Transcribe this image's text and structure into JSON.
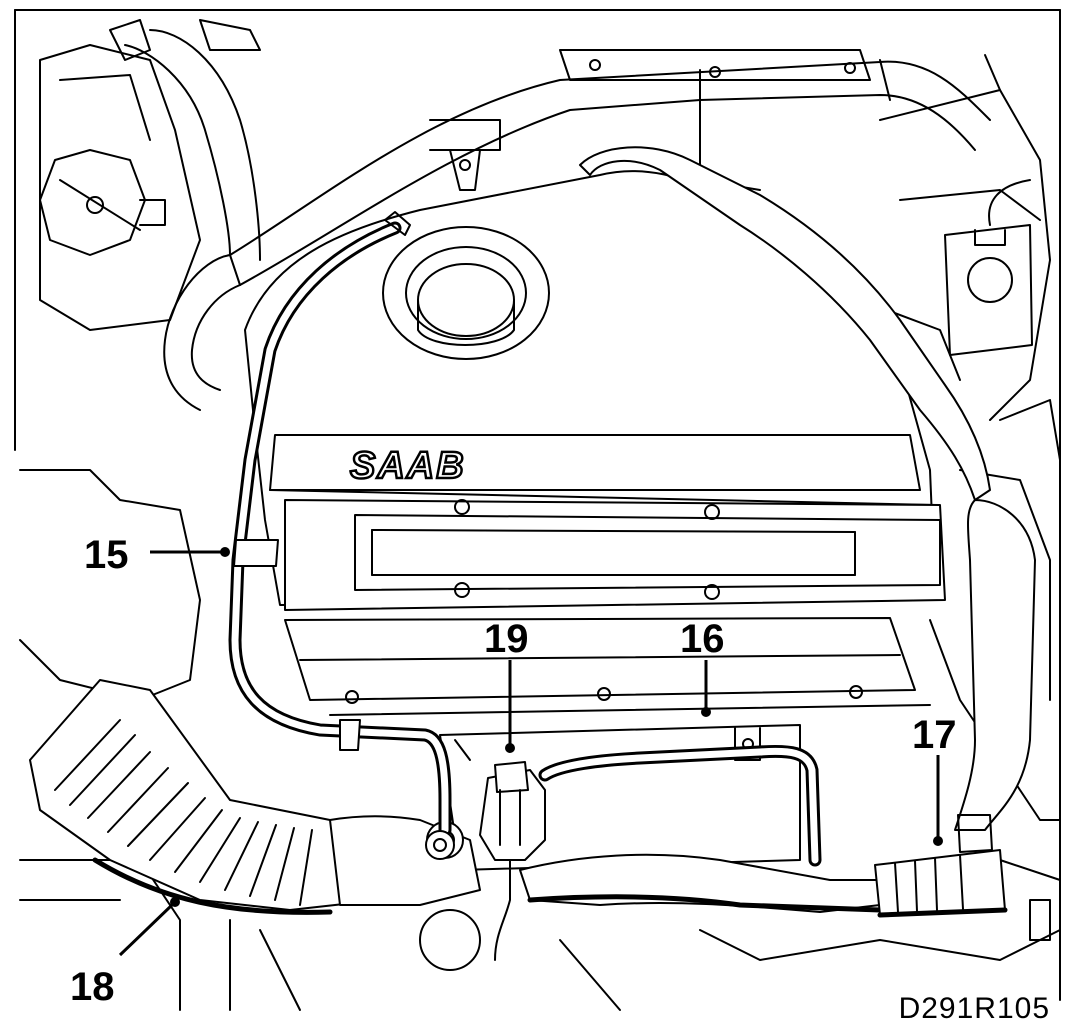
{
  "figure": {
    "id": "D291R105",
    "brand_lettering": "SAAB",
    "callouts": [
      {
        "label": "15",
        "part": "hose-15"
      },
      {
        "label": "16",
        "part": "hose-16"
      },
      {
        "label": "17",
        "part": "hose-connector-17"
      },
      {
        "label": "18",
        "part": "intake-hose-18"
      },
      {
        "label": "19",
        "part": "valve-19"
      }
    ]
  },
  "colors": {
    "ink": "#000000",
    "paper": "#ffffff"
  }
}
